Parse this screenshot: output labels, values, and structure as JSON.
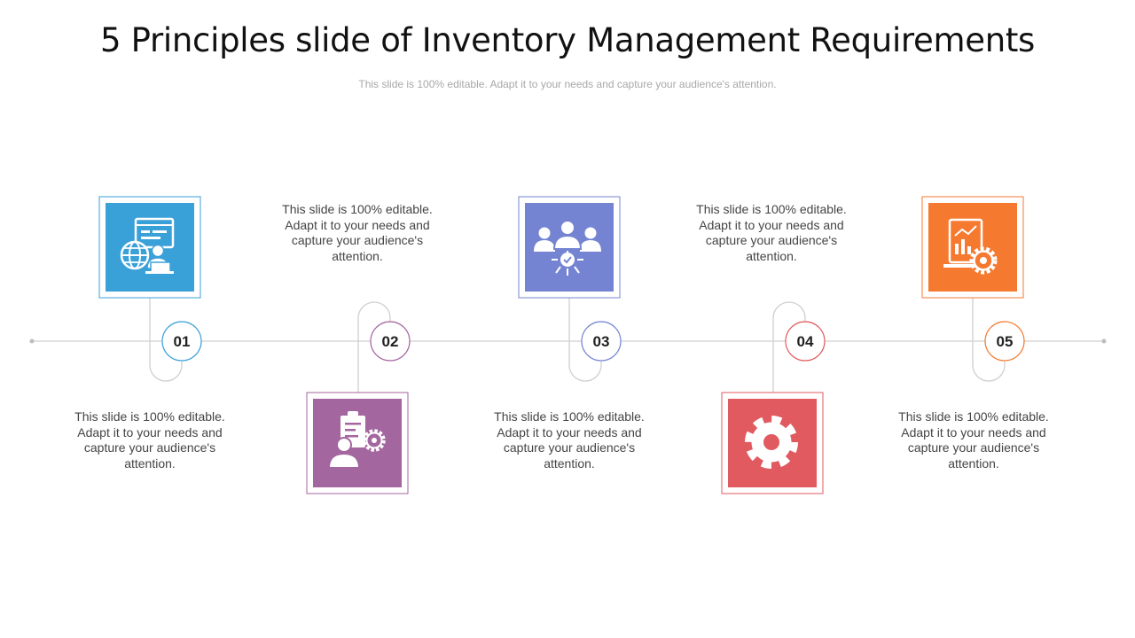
{
  "slide": {
    "title": "5 Principles slide of Inventory Management Requirements",
    "subtitle": "This slide is 100% editable. Adapt it to your needs and capture your audience's attention."
  },
  "steps": [
    {
      "number": "01",
      "color": "#3aa0d8",
      "icon": "web-user-globe-icon",
      "description": "This slide is 100% editable. Adapt it to your needs and capture your audience's attention."
    },
    {
      "number": "02",
      "color": "#a4669e",
      "icon": "clipboard-person-gear-icon",
      "description": "This slide is 100% editable. Adapt it to your needs and capture your audience's attention."
    },
    {
      "number": "03",
      "color": "#7484d2",
      "icon": "team-network-icon",
      "description": "This slide is 100% editable. Adapt it to your needs and capture your audience's attention."
    },
    {
      "number": "04",
      "color": "#e05a5f",
      "icon": "gear-icon",
      "description": "This slide is 100% editable. Adapt it to your needs and capture your audience's attention."
    },
    {
      "number": "05",
      "color": "#f57a30",
      "icon": "report-chart-gear-icon",
      "description": "This slide is 100% editable. Adapt it to your needs and capture your audience's attention."
    }
  ],
  "timeline_color": "#cfcfcf"
}
